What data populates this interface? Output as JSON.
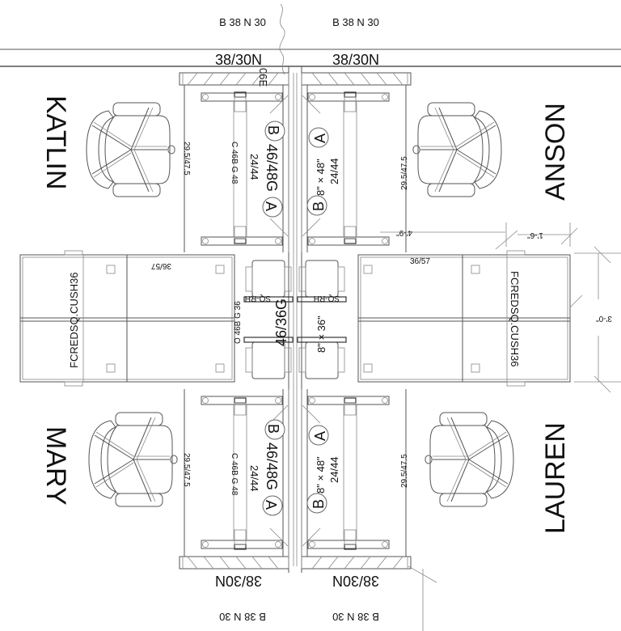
{
  "drawing": {
    "top": {
      "zone_labels": [
        "B 38 N 30",
        "B 38 N 30"
      ],
      "panel_labels": [
        "38/30N",
        "38/30N"
      ],
      "spine_tag": "06E"
    },
    "bottom": {
      "zone_labels": [
        "B 38 N 30",
        "B 38 N 30"
      ],
      "panel_labels": [
        "38/30N",
        "38/30N"
      ]
    },
    "occupants": {
      "top_left": "KATLIN",
      "top_right": "ANSON",
      "bottom_left": "MARY",
      "bottom_right": "LAUREN"
    },
    "upper_left_desk": {
      "height_label": "29.5/47.5",
      "code": "C 46B G 48",
      "size": "24/44",
      "panel": "46/48G",
      "tag_b": "B",
      "tag_a": "A"
    },
    "upper_right_desk": {
      "height_label": "29.5/47.5",
      "size": "24/44",
      "panel": "8\" × 48\"",
      "tag_b": "B",
      "tag_a": "A",
      "dimension": "4'-9\""
    },
    "lower_left_desk": {
      "height_label": "29.5/47.5",
      "code": "C 46B G 48",
      "size": "24/44",
      "panel": "46/48G",
      "tag_b": "B",
      "tag_a": "A"
    },
    "lower_right_desk": {
      "height_label": "29.5/47.5",
      "size": "24/44",
      "panel": "8\" × 48\"",
      "tag_b": "B",
      "tag_a": "A"
    },
    "center": {
      "left_code": "O 46B G 36",
      "left_panel": "46/36G",
      "right_panel": "8\" × 36\"",
      "chair_labels": [
        "SQ-RH",
        "SQ-RH"
      ]
    },
    "left_storage": {
      "label": "FCREDSQ.CUSH36",
      "size": "36/57"
    },
    "right_storage": {
      "label": "FCREDSQ.CUSH36",
      "size": "36/57",
      "dim_width": "1'-6\"",
      "dim_height": "3'-0\""
    }
  }
}
